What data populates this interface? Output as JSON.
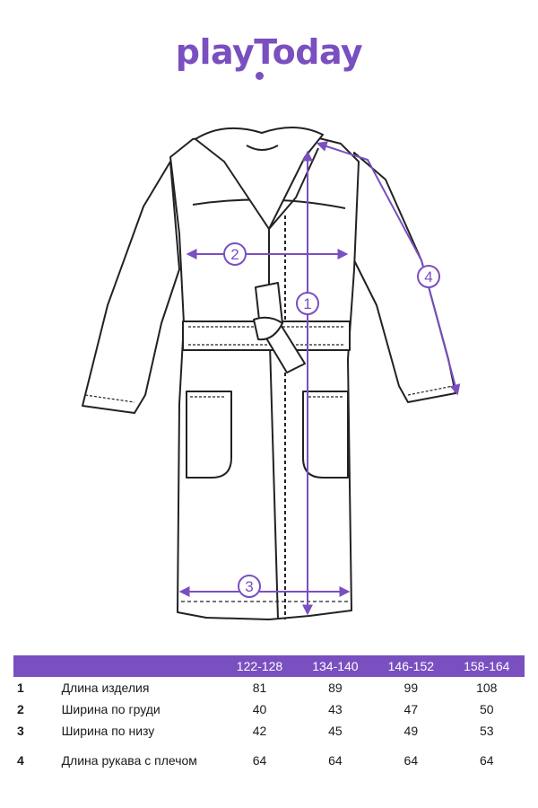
{
  "brand": {
    "logo_text": "playToday",
    "color": "#7a4fc0"
  },
  "diagram": {
    "markers": [
      {
        "id": "1",
        "label": "1"
      },
      {
        "id": "2",
        "label": "2"
      },
      {
        "id": "3",
        "label": "3"
      },
      {
        "id": "4",
        "label": "4"
      }
    ]
  },
  "size_table": {
    "columns": [
      "",
      "",
      "122-128",
      "134-140",
      "146-152",
      "158-164"
    ],
    "rows": [
      {
        "num": "1",
        "name": "Длина изделия",
        "values": [
          "81",
          "89",
          "99",
          "108"
        ]
      },
      {
        "num": "2",
        "name": "Ширина по груди",
        "values": [
          "40",
          "43",
          "47",
          "50"
        ]
      },
      {
        "num": "3",
        "name": "Ширина по низу",
        "values": [
          "42",
          "45",
          "49",
          "53"
        ]
      },
      {
        "num": "4",
        "name": "Длина рукава с плечом",
        "values": [
          "64",
          "64",
          "64",
          "64"
        ]
      }
    ]
  }
}
